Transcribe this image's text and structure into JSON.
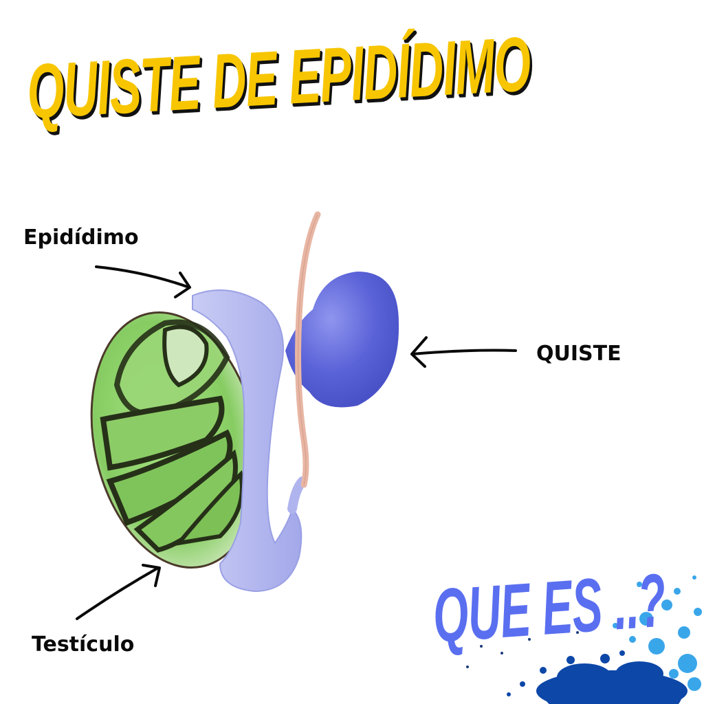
{
  "title": {
    "text": "QUISTE DE EPIDÍDIMO",
    "color": "#f7c600",
    "shadow_color": "#111111"
  },
  "illustration": {
    "subject": "testicle-epididymis-cyst-diagram",
    "colors": {
      "testicle": "#8fd46a",
      "testicle_dark": "#2f3d22",
      "epididymis": "#b9bdf0",
      "cyst": "#5b63d8",
      "vas_deferens": "#e8b6a4"
    }
  },
  "labels": {
    "epididimo": "Epidídimo",
    "quiste": "QUISTE",
    "testiculo": "Testículo"
  },
  "footer": {
    "text": "QUE ES ..?",
    "color": "#5a6ff0",
    "splatter_colors": [
      "#0d47a8",
      "#3aa6ea",
      "#1a5fc4"
    ]
  }
}
